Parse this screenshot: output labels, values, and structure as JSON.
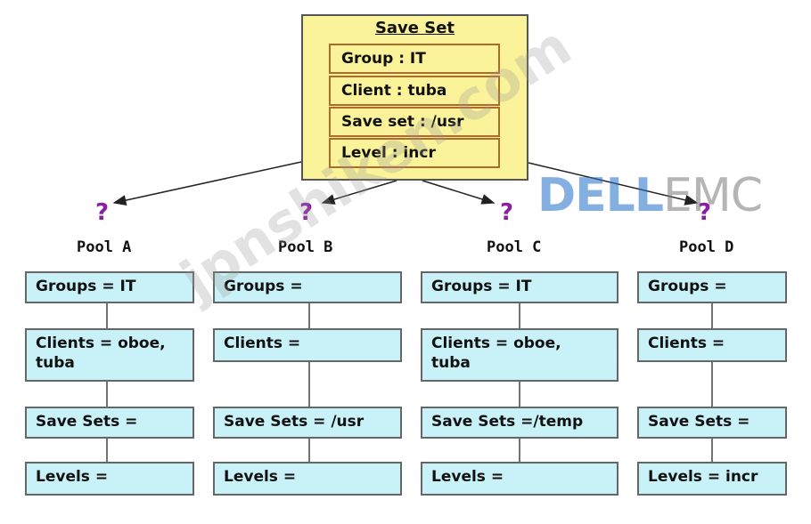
{
  "save_set": {
    "title": "Save Set",
    "fields": [
      "Group : IT",
      "Client : tuba",
      "Save set : /usr",
      "Level : incr"
    ]
  },
  "question_mark": "?",
  "pools": [
    {
      "name": "Pool A",
      "groups": "Groups = IT",
      "clients_line1": "Clients = oboe,",
      "clients_line2": "tuba",
      "save_sets": "Save Sets =",
      "levels": "Levels ="
    },
    {
      "name": "Pool B",
      "groups": "Groups =",
      "clients_line1": "Clients =",
      "clients_line2": "",
      "save_sets": "Save Sets = /usr",
      "levels": "Levels ="
    },
    {
      "name": "Pool C",
      "groups": "Groups = IT",
      "clients_line1": "Clients = oboe,",
      "clients_line2": "tuba",
      "save_sets": "Save Sets =/temp",
      "levels": "Levels ="
    },
    {
      "name": "Pool D",
      "groups": "Groups =",
      "clients_line1": "Clients =",
      "clients_line2": "",
      "save_sets": "Save Sets =",
      "levels": "Levels = incr"
    }
  ],
  "watermarks": {
    "logo_dell": "DELL",
    "logo_emc": "EMC",
    "site": "jpnshiken.com"
  },
  "colors": {
    "save_set_fill": "#fbf39a",
    "field_border": "#b06a2a",
    "pool_box_fill": "#c9f2f8",
    "question_mark": "#8a1fa3"
  }
}
